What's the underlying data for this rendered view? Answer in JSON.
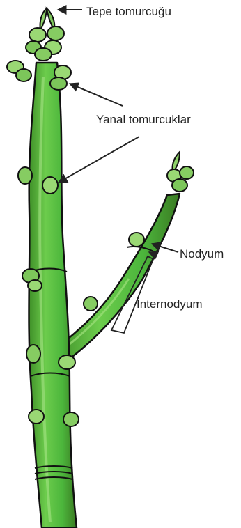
{
  "labels": {
    "terminal_bud": "Tepe tomurcuğu",
    "lateral_buds": "Yanal tomurcuklar",
    "node": "Nodyum",
    "internode": "İnternodyum"
  },
  "colors": {
    "stem": "#4cb63c",
    "stem_light": "#7ad45c",
    "stem_dark": "#3a7a22",
    "bud": "#7cc65a",
    "bud_light": "#a8dc82",
    "outline": "#111111",
    "arrow": "#222222"
  }
}
